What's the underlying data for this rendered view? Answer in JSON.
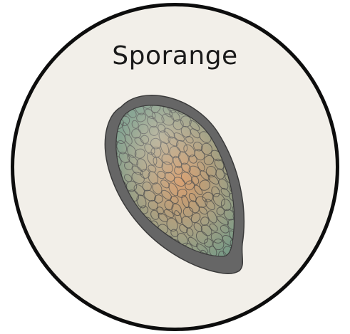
{
  "title": "Sporange",
  "colors": {
    "background": "#f2efe9",
    "circle_border": "#0d0d0d",
    "sporangium_wall": "#666666",
    "wall_outline": "#3a3a3a",
    "spore_outline": "#4a4a4a",
    "interior_green": "#7a9a86",
    "interior_orange": "#d59b6a",
    "interior_teal": "#8fb8a3"
  },
  "diagram": {
    "type": "biology-illustration",
    "subject": "sporangium",
    "contents": "spores"
  }
}
